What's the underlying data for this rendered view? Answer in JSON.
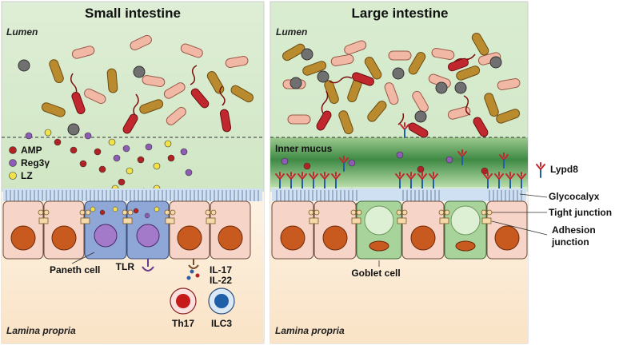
{
  "panels": {
    "small_intestine": {
      "title": "Small intestine",
      "lumen": "Lumen",
      "lamina_propria": "Lamina propria",
      "paneth_cell": "Paneth cell",
      "tlr": "TLR",
      "il17": "IL-17",
      "il22": "IL-22",
      "th17": "Th17",
      "ilc3": "ILC3"
    },
    "large_intestine": {
      "title": "Large intestine",
      "lumen": "Lumen",
      "lamina_propria": "Lamina propria",
      "inner_mucus": "Inner mucus",
      "goblet_cell": "Goblet cell"
    }
  },
  "legend": [
    {
      "label": "AMP",
      "color": "#b22222"
    },
    {
      "label": "Reg3γ",
      "color": "#8e5bb5"
    },
    {
      "label": "LZ",
      "color": "#f2e14a"
    }
  ],
  "side_labels": {
    "lypd8": "Lypd8",
    "glycocalyx": "Glycocalyx",
    "tight_junction": "Tight junction",
    "adhesion_junction_line1": "Adhesion",
    "adhesion_junction_line2": "junction"
  },
  "colors": {
    "lumen_green": "#cfe6c4",
    "lamina_beige": "#fbe7cc",
    "epithelial": "#f7d4c8",
    "nucleus": "#c85a20",
    "paneth": "#8fa7d6",
    "goblet": "#a8d39a",
    "mucus_dark": "#3f8a45",
    "commensal_rod": "#b98a2e",
    "pink_rod": "#f2b8a6",
    "pathogen": "#c0282e",
    "gray_cocci": "#707070"
  }
}
